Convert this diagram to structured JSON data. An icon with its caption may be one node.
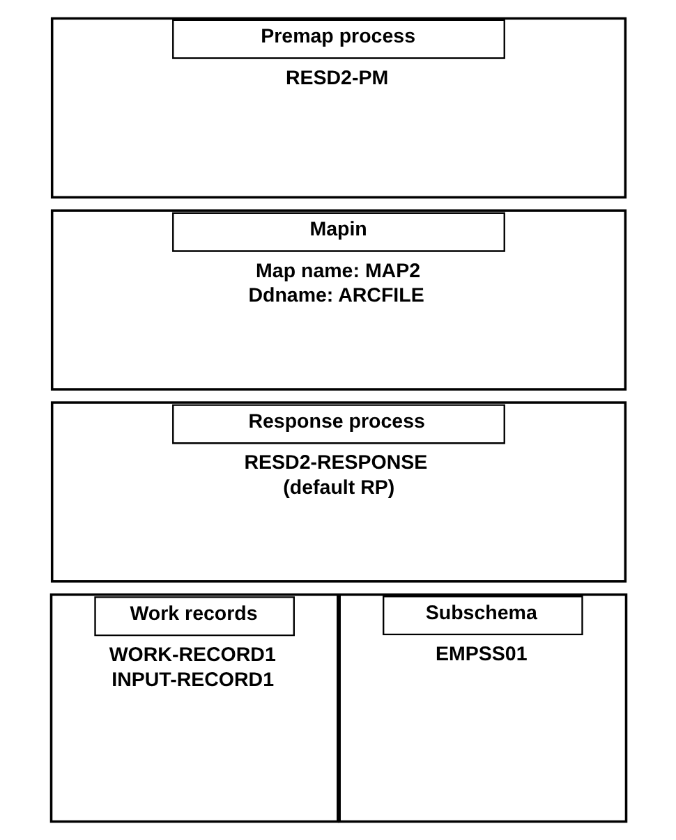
{
  "diagram": {
    "nodes": [
      {
        "text": [
          "Premap process",
          "RESD2-PM"
        ]
      },
      {
        "text": [
          "Mapin",
          "Map name: MAP2",
          "Ddname: ARCFILE"
        ]
      },
      {
        "text": [
          "Response process",
          "RESD2-RESPONSE",
          "(default RP)"
        ]
      },
      {
        "text": [
          "Work records",
          "WORK-RECORD1",
          "INPUT-RECORD1"
        ]
      },
      {
        "text": [
          "Subschema",
          "EMPSS01"
        ]
      }
    ],
    "edges": []
  }
}
